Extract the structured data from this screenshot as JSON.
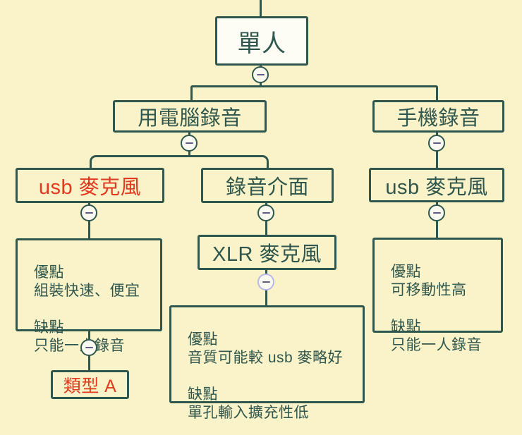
{
  "theme": {
    "bg": "#faf3c9",
    "stroke": "#2f574d",
    "red": "#e23a20",
    "lavender": "#b8b8e6",
    "root_fill": "#fdfdf6",
    "btn_fill": "#fbfaf1",
    "minus": "#5d5d85"
  },
  "nodes": {
    "root": {
      "label": "單人"
    },
    "computer": {
      "label": "用電腦錄音"
    },
    "phone": {
      "label": "手機錄音"
    },
    "usb_left": {
      "label": "usb 麥克風"
    },
    "interface": {
      "label": "錄音介面"
    },
    "usb_right": {
      "label": "usb 麥克風"
    },
    "xlr": {
      "label": "XLR 麥克風"
    },
    "type_a": {
      "label": "類型 A"
    },
    "detail_left": {
      "label": "優點\n組裝快速、便宜\n\n缺點\n只能一人錄音"
    },
    "detail_mid": {
      "label": "優點\n音質可能較 usb 麥略好\n\n缺點\n單孔輸入擴充性低"
    },
    "detail_right": {
      "label": "優點\n可移動性高\n\n缺點\n只能一人錄音"
    }
  },
  "icons": {
    "collapse": "minus-icon"
  }
}
